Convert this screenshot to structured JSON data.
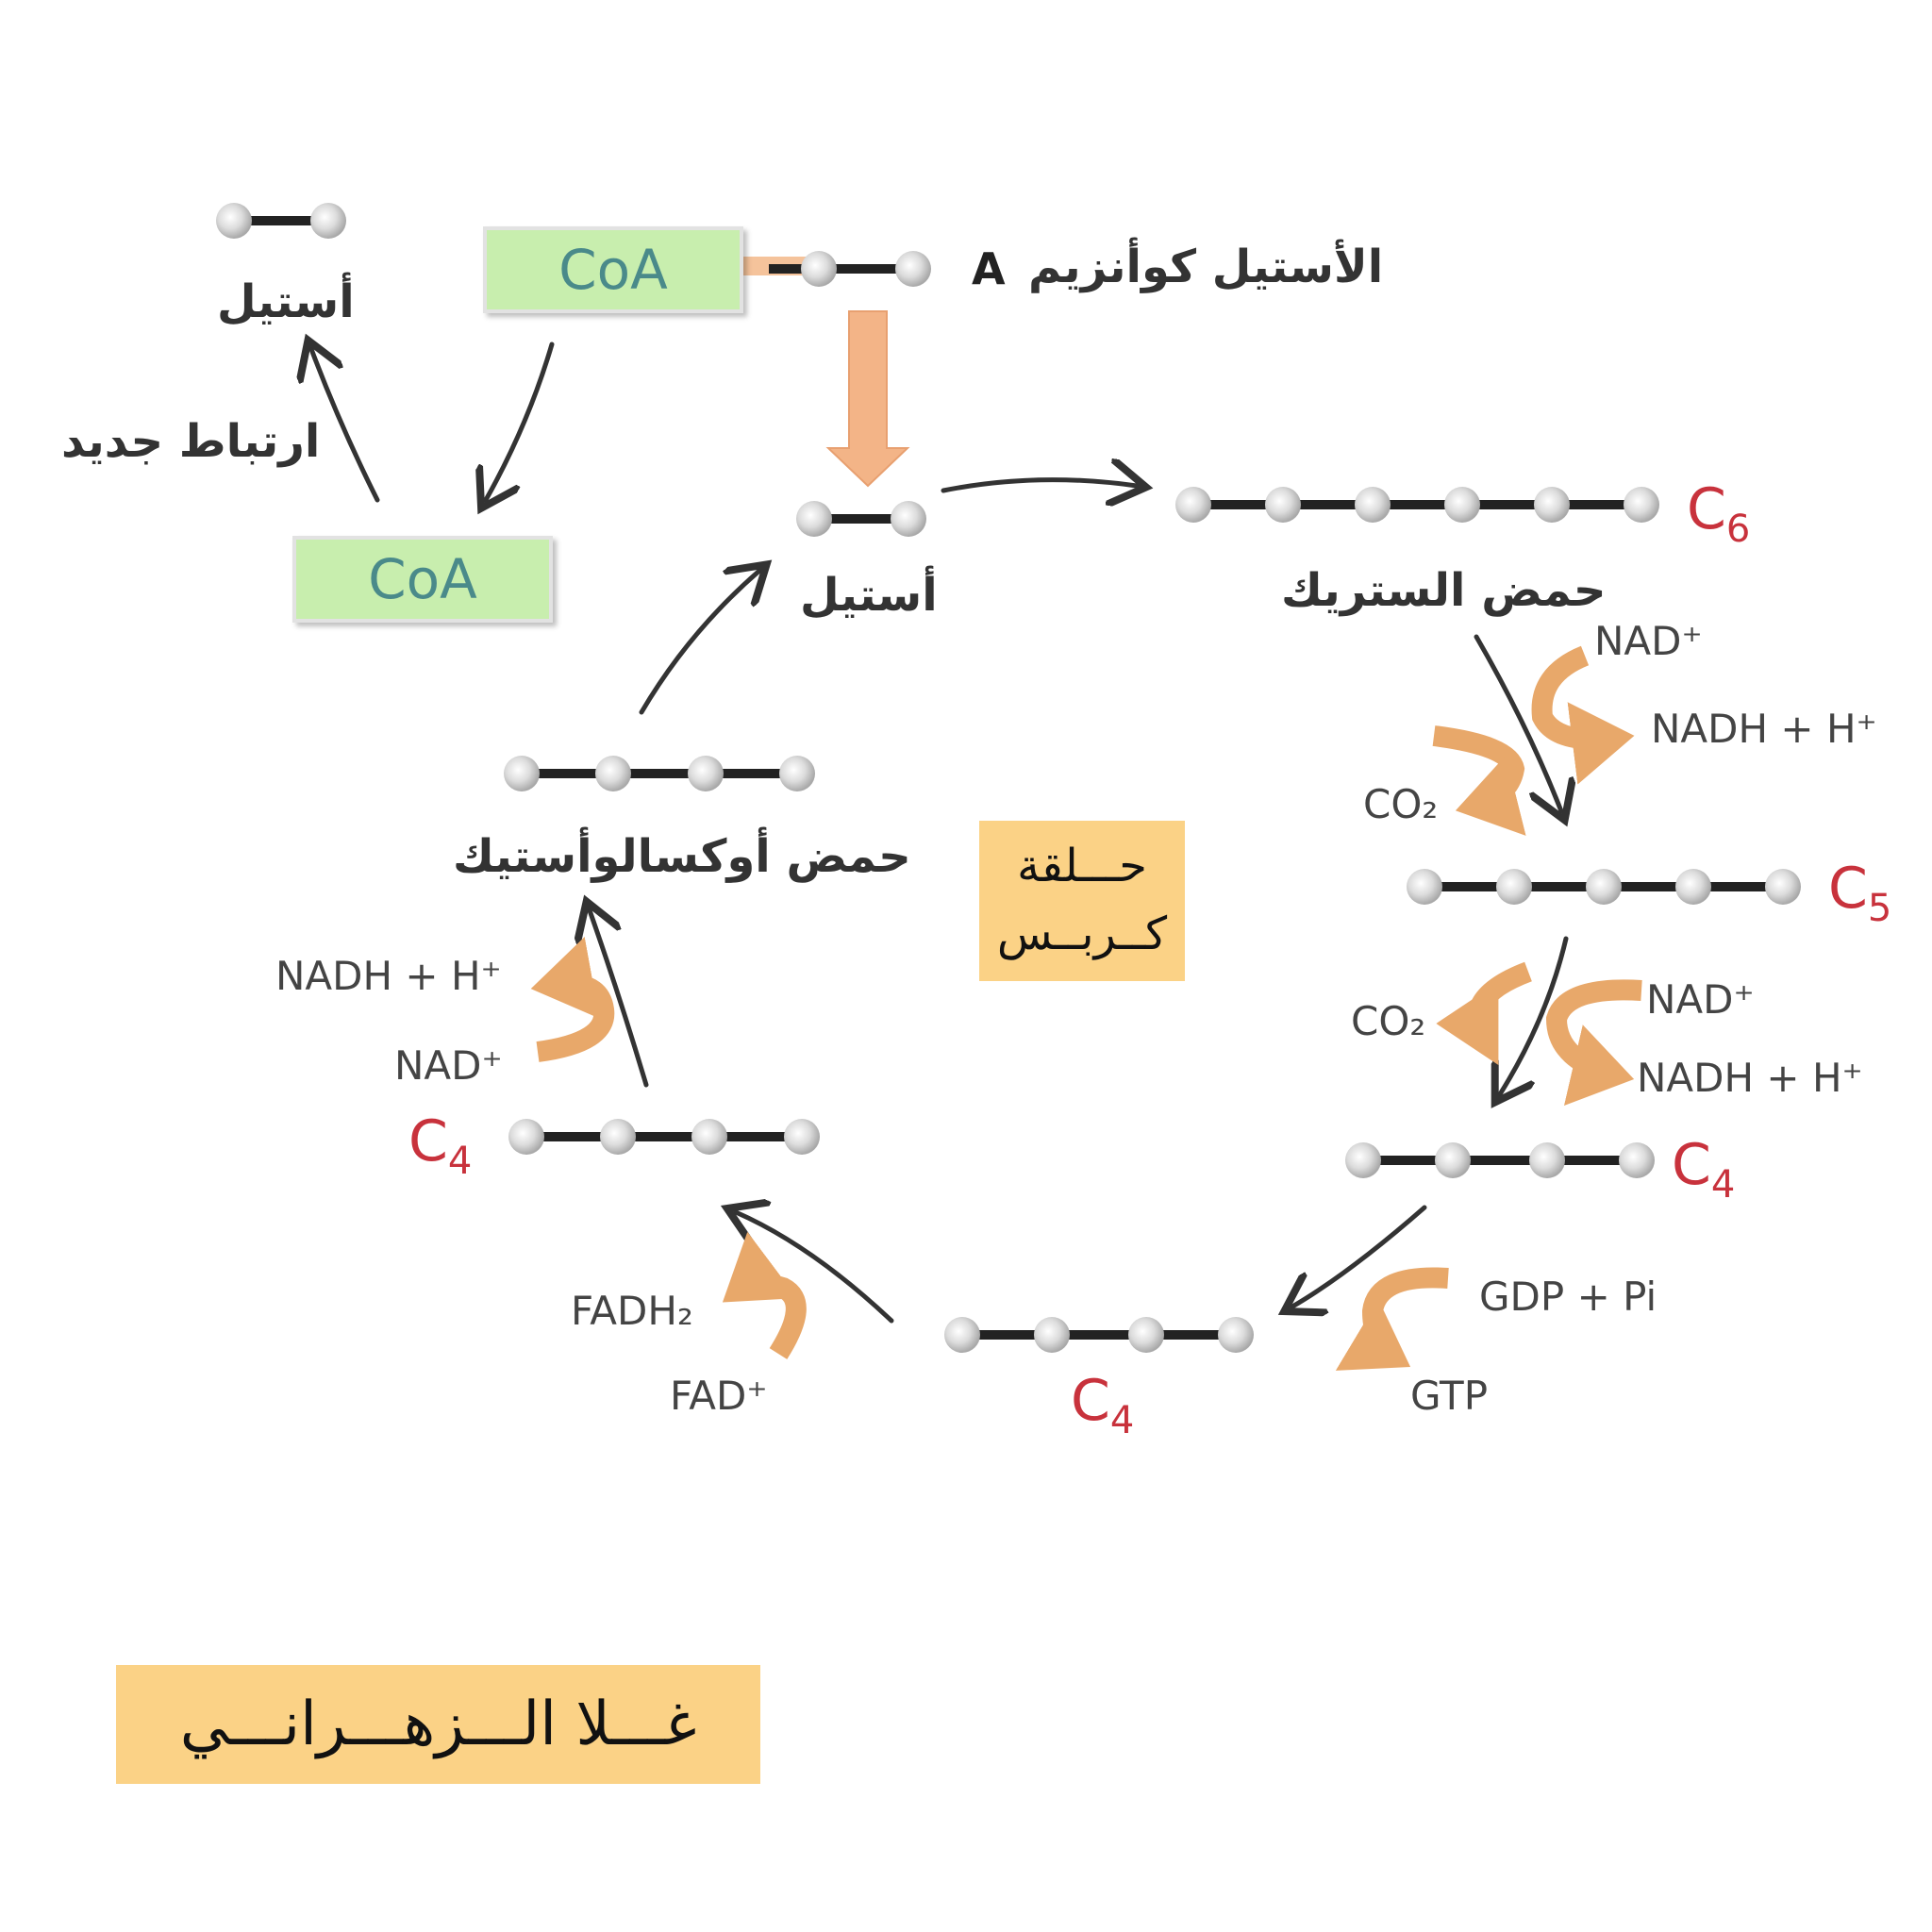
{
  "labels": {
    "acetyl_coa": "الأستيل كوأنزيم",
    "acetyl_coa_letter": "A",
    "acetyl_top": "أستيل",
    "acetyl_center": "أستيل",
    "new_bond": "ارتباط جديد",
    "citric_acid": "حمض الستريك",
    "oxaloacetic_acid": "حمض أوكسالوأستيك",
    "coa_top": "CoA",
    "coa_bottom": "CoA",
    "krebs_line1": "حـــلقة",
    "krebs_line2": "كــربــس",
    "author": "غـــلا الـــزهـــرانـــي",
    "c6": "C",
    "c6_sub": "6",
    "c5": "C",
    "c5_sub": "5",
    "c4_right": "C",
    "c4_right_sub": "4",
    "c4_bottom": "C",
    "c4_bottom_sub": "4",
    "c4_left": "C",
    "c4_left_sub": "4",
    "nad_1": "NAD⁺",
    "nadh_1": "NADH + H⁺",
    "co2_1": "CO₂",
    "nad_2": "NAD⁺",
    "nadh_2": "NADH + H⁺",
    "co2_2": "CO₂",
    "gdp": "GDP + Pi",
    "gtp": "GTP",
    "fadh2": "FADH₂",
    "fad": "FAD⁺",
    "nadh_3": "NADH + H⁺",
    "nad_3": "NAD⁺"
  },
  "colors": {
    "carbon_atom": "#cfcfcf",
    "bond": "#222222",
    "orange_arrow": "#e8a86a",
    "flow_arrow": "#333333",
    "carbon_label": "#c8323c",
    "coa_box": "#c8eeae",
    "badge": "#fbd286"
  }
}
